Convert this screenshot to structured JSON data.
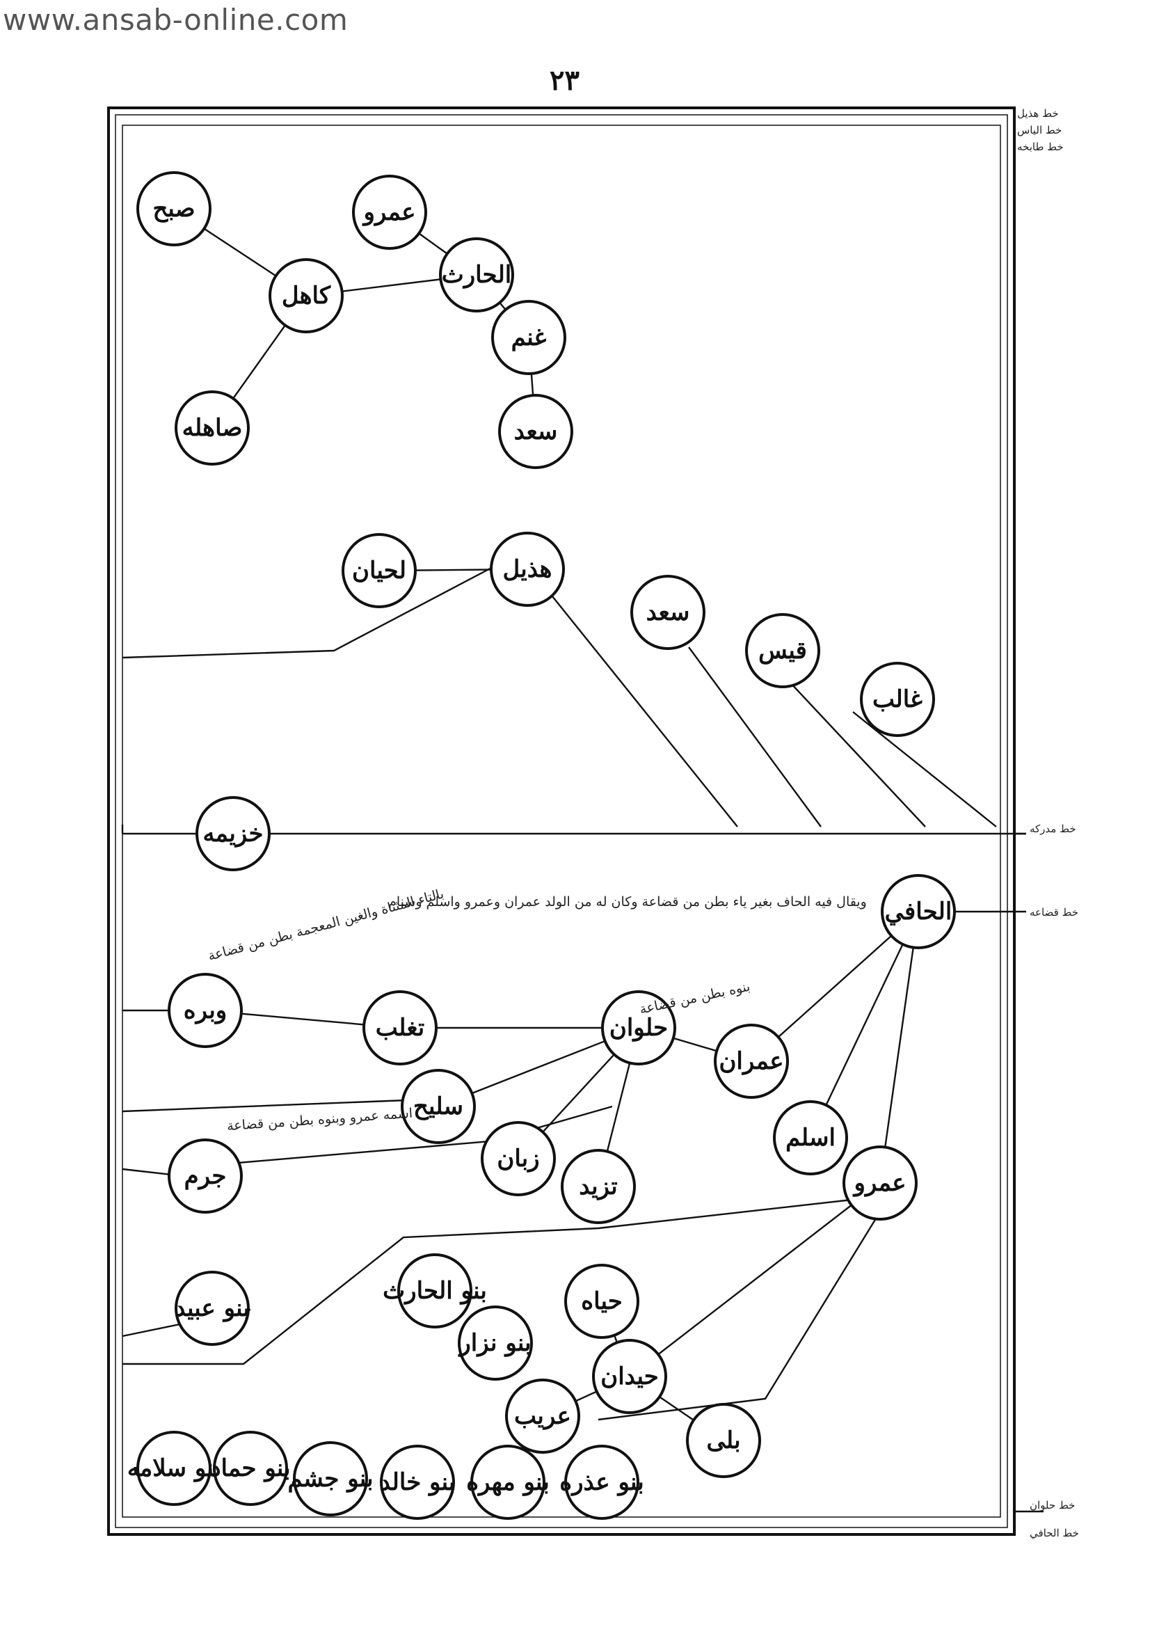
{
  "watermark": "www.ansab-online.com",
  "page_number": "٢٣",
  "nodes": [
    {
      "id": "sabh",
      "label": "صبح"
    },
    {
      "id": "amr_top",
      "label": "عمرو"
    },
    {
      "id": "kahil",
      "label": "كاهل"
    },
    {
      "id": "harith",
      "label": "الحارث"
    },
    {
      "id": "ghanm",
      "label": "غنم"
    },
    {
      "id": "sahila",
      "label": "صاهله"
    },
    {
      "id": "saad_top",
      "label": "سعد"
    },
    {
      "id": "lihyan",
      "label": "لحيان"
    },
    {
      "id": "hudhayl",
      "label": "هذيل"
    },
    {
      "id": "saad_mid",
      "label": "سعد"
    },
    {
      "id": "qays",
      "label": "قيس"
    },
    {
      "id": "ghalib",
      "label": "غالب"
    },
    {
      "id": "khuzayma",
      "label": "خزيمه"
    },
    {
      "id": "hafi",
      "label": "الحافي"
    },
    {
      "id": "wabra",
      "label": "وبره"
    },
    {
      "id": "taghlib",
      "label": "تغلب"
    },
    {
      "id": "hulwan",
      "label": "حلوان"
    },
    {
      "id": "imran",
      "label": "عمران"
    },
    {
      "id": "salih",
      "label": "سليح"
    },
    {
      "id": "aslam",
      "label": "اسلم"
    },
    {
      "id": "zabban",
      "label": "زبان"
    },
    {
      "id": "tazid",
      "label": "تزيد"
    },
    {
      "id": "jarm",
      "label": "جرم"
    },
    {
      "id": "amr_bottom",
      "label": "عمرو"
    },
    {
      "id": "bani_ubayd",
      "label": "بنو عبيد"
    },
    {
      "id": "bani_harith",
      "label": "بنو الحارث"
    },
    {
      "id": "hayah",
      "label": "حياه"
    },
    {
      "id": "bani_nizar",
      "label": "بنو نزار"
    },
    {
      "id": "haydan",
      "label": "حيدان"
    },
    {
      "id": "urayb",
      "label": "عريب"
    },
    {
      "id": "bali",
      "label": "بلى"
    },
    {
      "id": "bani_salama",
      "label": "بنو سلامه"
    },
    {
      "id": "bani_hammad",
      "label": "بنو حماد"
    },
    {
      "id": "bani_jusham",
      "label": "بنو جشم"
    },
    {
      "id": "bani_khalid",
      "label": "بنو خالد"
    },
    {
      "id": "bani_mahra",
      "label": "بنو مهره"
    },
    {
      "id": "bani_udhra",
      "label": "بنو عذره"
    }
  ],
  "edges": [
    [
      "sabh",
      "kahil"
    ],
    [
      "kahil",
      "sahila"
    ],
    [
      "kahil",
      "harith"
    ],
    [
      "harith",
      "amr_top"
    ],
    [
      "harith",
      "ghanm"
    ],
    [
      "ghanm",
      "saad_top"
    ],
    [
      "hudhayl",
      "lihyan"
    ],
    [
      "hafi",
      "imran"
    ],
    [
      "hafi",
      "aslam"
    ],
    [
      "hafi",
      "amr_bottom"
    ],
    [
      "imran",
      "hulwan"
    ],
    [
      "hulwan",
      "taghlib"
    ],
    [
      "taghlib",
      "wabra"
    ],
    [
      "hulwan",
      "salih"
    ],
    [
      "hulwan",
      "zabban"
    ],
    [
      "hulwan",
      "tazid"
    ],
    [
      "amr_bottom",
      "haydan"
    ],
    [
      "haydan",
      "hayah"
    ],
    [
      "haydan",
      "urayb"
    ],
    [
      "haydan",
      "bali"
    ]
  ],
  "annotations": {
    "hafi_note": "ويقال فيه الحاف بغير ياء بطن من قضاعة وكان له من الولد عمران وعمرو واسلم وسنام",
    "imran_note": "بنوه بطن من قضاعة",
    "salih_note": "اسمه عمرو وبنوه بطن من قضاعة",
    "taghlib_note": "بالتاء المثناة والغين المعجمة بطن من قضاعة"
  },
  "margin_labels": [
    "خط هذيل",
    "خط الياس",
    "خط طابخه",
    "خط مدركه",
    "خط قضاعه",
    "خط حلوان",
    "خط الحافي"
  ]
}
